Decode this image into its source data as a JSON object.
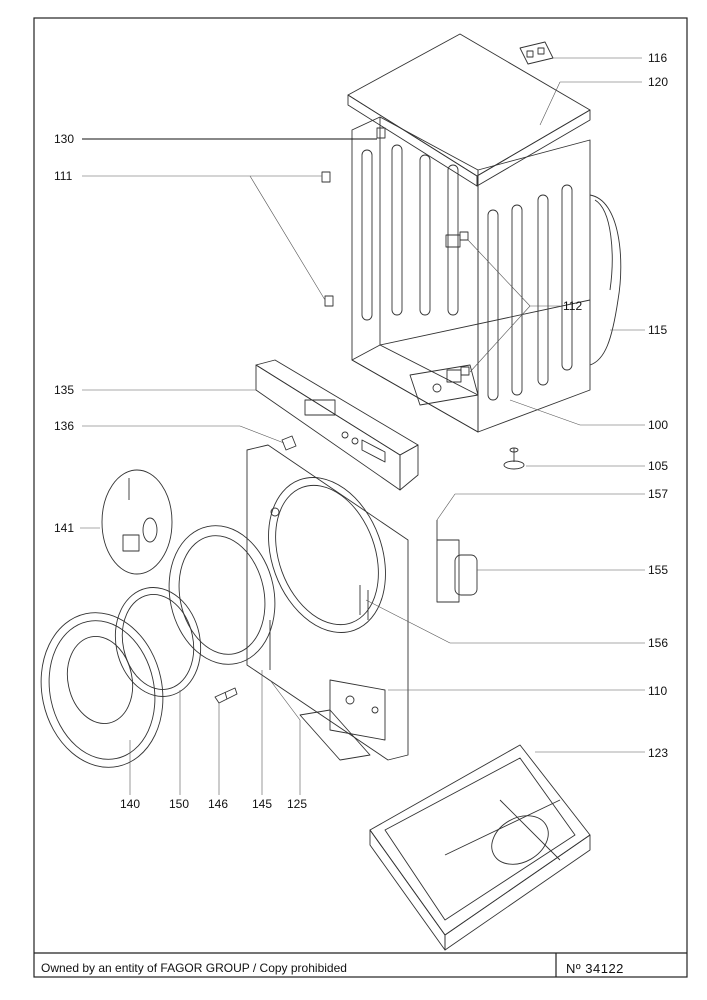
{
  "diagram": {
    "callouts": {
      "c116": "116",
      "c120": "120",
      "c130": "130",
      "c111": "111",
      "c112": "112",
      "c115": "115",
      "c135": "135",
      "c136": "136",
      "c100": "100",
      "c105": "105",
      "c157": "157",
      "c141": "141",
      "c155": "155",
      "c156": "156",
      "c110": "110",
      "c123": "123",
      "c140": "140",
      "c150": "150",
      "c146": "146",
      "c145": "145",
      "c125": "125"
    }
  },
  "footer": {
    "ownership": "Owned by an entity of FAGOR GROUP / Copy prohibided",
    "doc_number": "Nº 34122"
  }
}
